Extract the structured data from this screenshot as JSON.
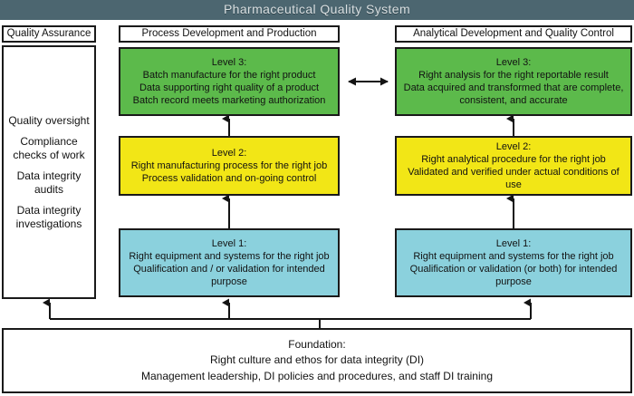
{
  "title": "Pharmaceutical Quality System",
  "colors": {
    "titlebar_bg": "#4c6670",
    "level3_green": "#5cba4b",
    "level2_yellow": "#f2e616",
    "level1_blue": "#8bd1dd",
    "box_border": "#1a1a1a",
    "box_bg": "#ffffff",
    "page_bg": "#ffffff"
  },
  "columns": {
    "quality_assurance": {
      "header": "Quality Assurance",
      "items": [
        "Quality oversight",
        "Compliance checks of work",
        "Data integrity audits",
        "Data integrity investigations"
      ]
    },
    "process": {
      "header": "Process Development and Production",
      "level3": {
        "title": "Level 3:",
        "lines": [
          "Batch manufacture for the right product",
          "Data supporting right quality of a product",
          "Batch record meets marketing authorization"
        ]
      },
      "level2": {
        "title": "Level 2:",
        "lines": [
          "Right manufacturing process for the right job",
          "Process validation and on-going control"
        ]
      },
      "level1": {
        "title": "Level 1:",
        "lines": [
          "Right equipment and systems for the right job",
          "Qualification and / or validation  for intended purpose"
        ]
      }
    },
    "analytical": {
      "header": "Analytical Development and Quality Control",
      "level3": {
        "title": "Level 3:",
        "lines": [
          "Right analysis for the right reportable result",
          "Data acquired and transformed that are complete, consistent, and accurate"
        ]
      },
      "level2": {
        "title": "Level 2:",
        "lines": [
          "Right analytical procedure for the right job",
          "Validated and verified under actual conditions of use"
        ]
      },
      "level1": {
        "title": "Level 1:",
        "lines": [
          "Right equipment and systems for the right job",
          "Qualification or validation (or both) for intended purpose"
        ]
      }
    }
  },
  "foundation": {
    "title": "Foundation:",
    "lines": [
      "Right culture and ethos for data integrity (DI)",
      "Management leadership, DI policies and procedures, and staff DI training"
    ]
  },
  "connectors": {
    "level3_link": "bidirectional-arrow",
    "upward_arrows": 6,
    "foundation_bus": "horizontal-bus-to-three-arrows"
  }
}
